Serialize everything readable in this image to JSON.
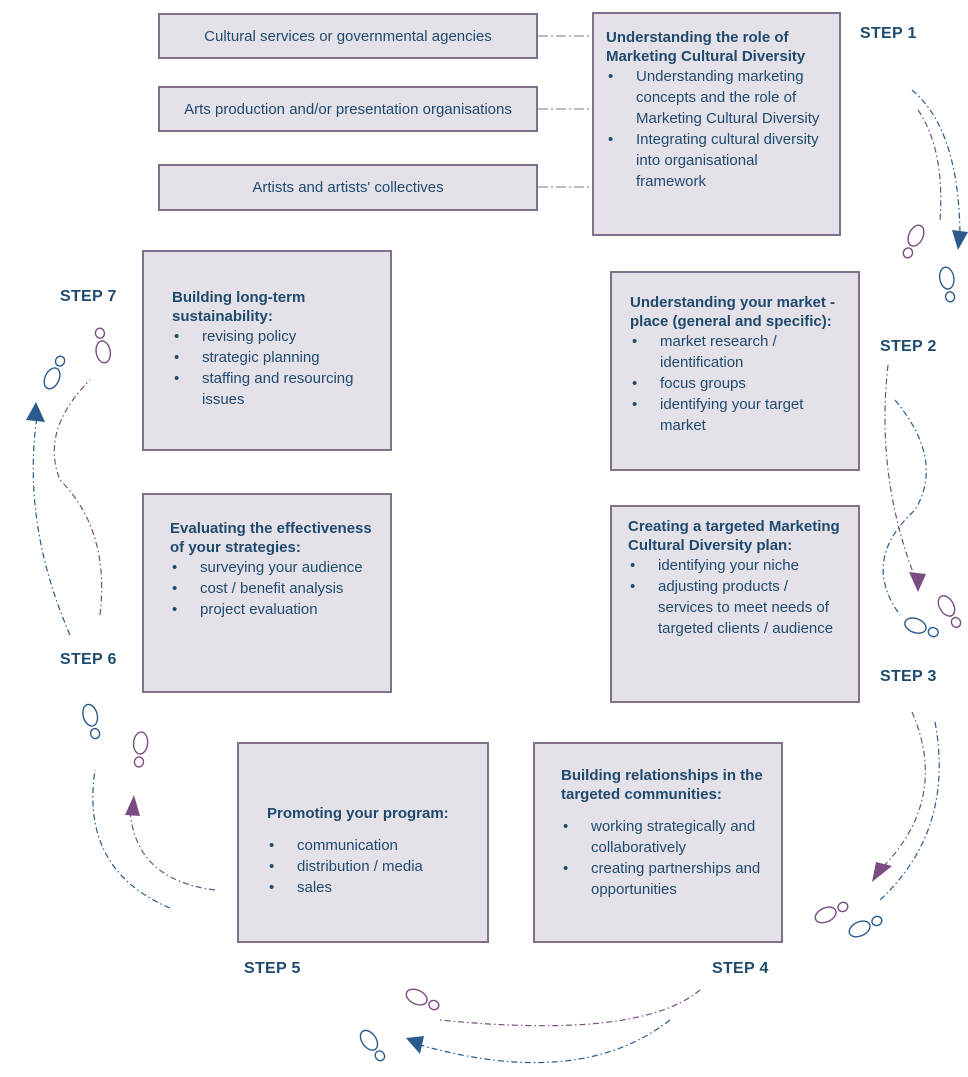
{
  "organisations": [
    "Cultural services or governmental agencies",
    "Arts production and/or presentation organisations",
    "Artists and artists' collectives"
  ],
  "steps": [
    {
      "label": "STEP 1",
      "title": "Understanding the role of Marketing Cultural Diversity",
      "items": [
        "Understanding marketing concepts and the role of Marketing Cultural Diversity",
        "Integrating cultural diversity into organisational framework"
      ]
    },
    {
      "label": "STEP 2",
      "title": "Understanding your market -place (general and specific):",
      "items": [
        "market research / identification",
        "focus groups",
        "identifying your target market"
      ]
    },
    {
      "label": "STEP 3",
      "title": "Creating a targeted Marketing Cultural Diversity plan:",
      "items": [
        "identifying your niche",
        "adjusting products / services to meet needs of targeted clients / audience"
      ]
    },
    {
      "label": "STEP 4",
      "title": "Building relationships in the targeted communities:",
      "items": [
        "working strategically and collaboratively",
        "creating partnerships and opportunities"
      ]
    },
    {
      "label": "STEP 5",
      "title": "Promoting your program:",
      "items": [
        "communication",
        "distribution / media",
        "sales"
      ]
    },
    {
      "label": "STEP 6",
      "title": "Evaluating the effectiveness of your strategies:",
      "items": [
        "surveying your audience",
        "cost / benefit analysis",
        "project evaluation"
      ]
    },
    {
      "label": "STEP 7",
      "title": "Building long-term sustainability:",
      "items": [
        "revising policy",
        "strategic planning",
        "staffing and resourcing issues"
      ]
    }
  ],
  "colors": {
    "text": "#1e4a6e",
    "box_fill": "#e5e1e8",
    "box_border": "#80718a",
    "path_blue": "#2a5b8c",
    "path_purple": "#7a4d82"
  },
  "icons": [
    "footprint-icon",
    "arrowhead-icon"
  ]
}
